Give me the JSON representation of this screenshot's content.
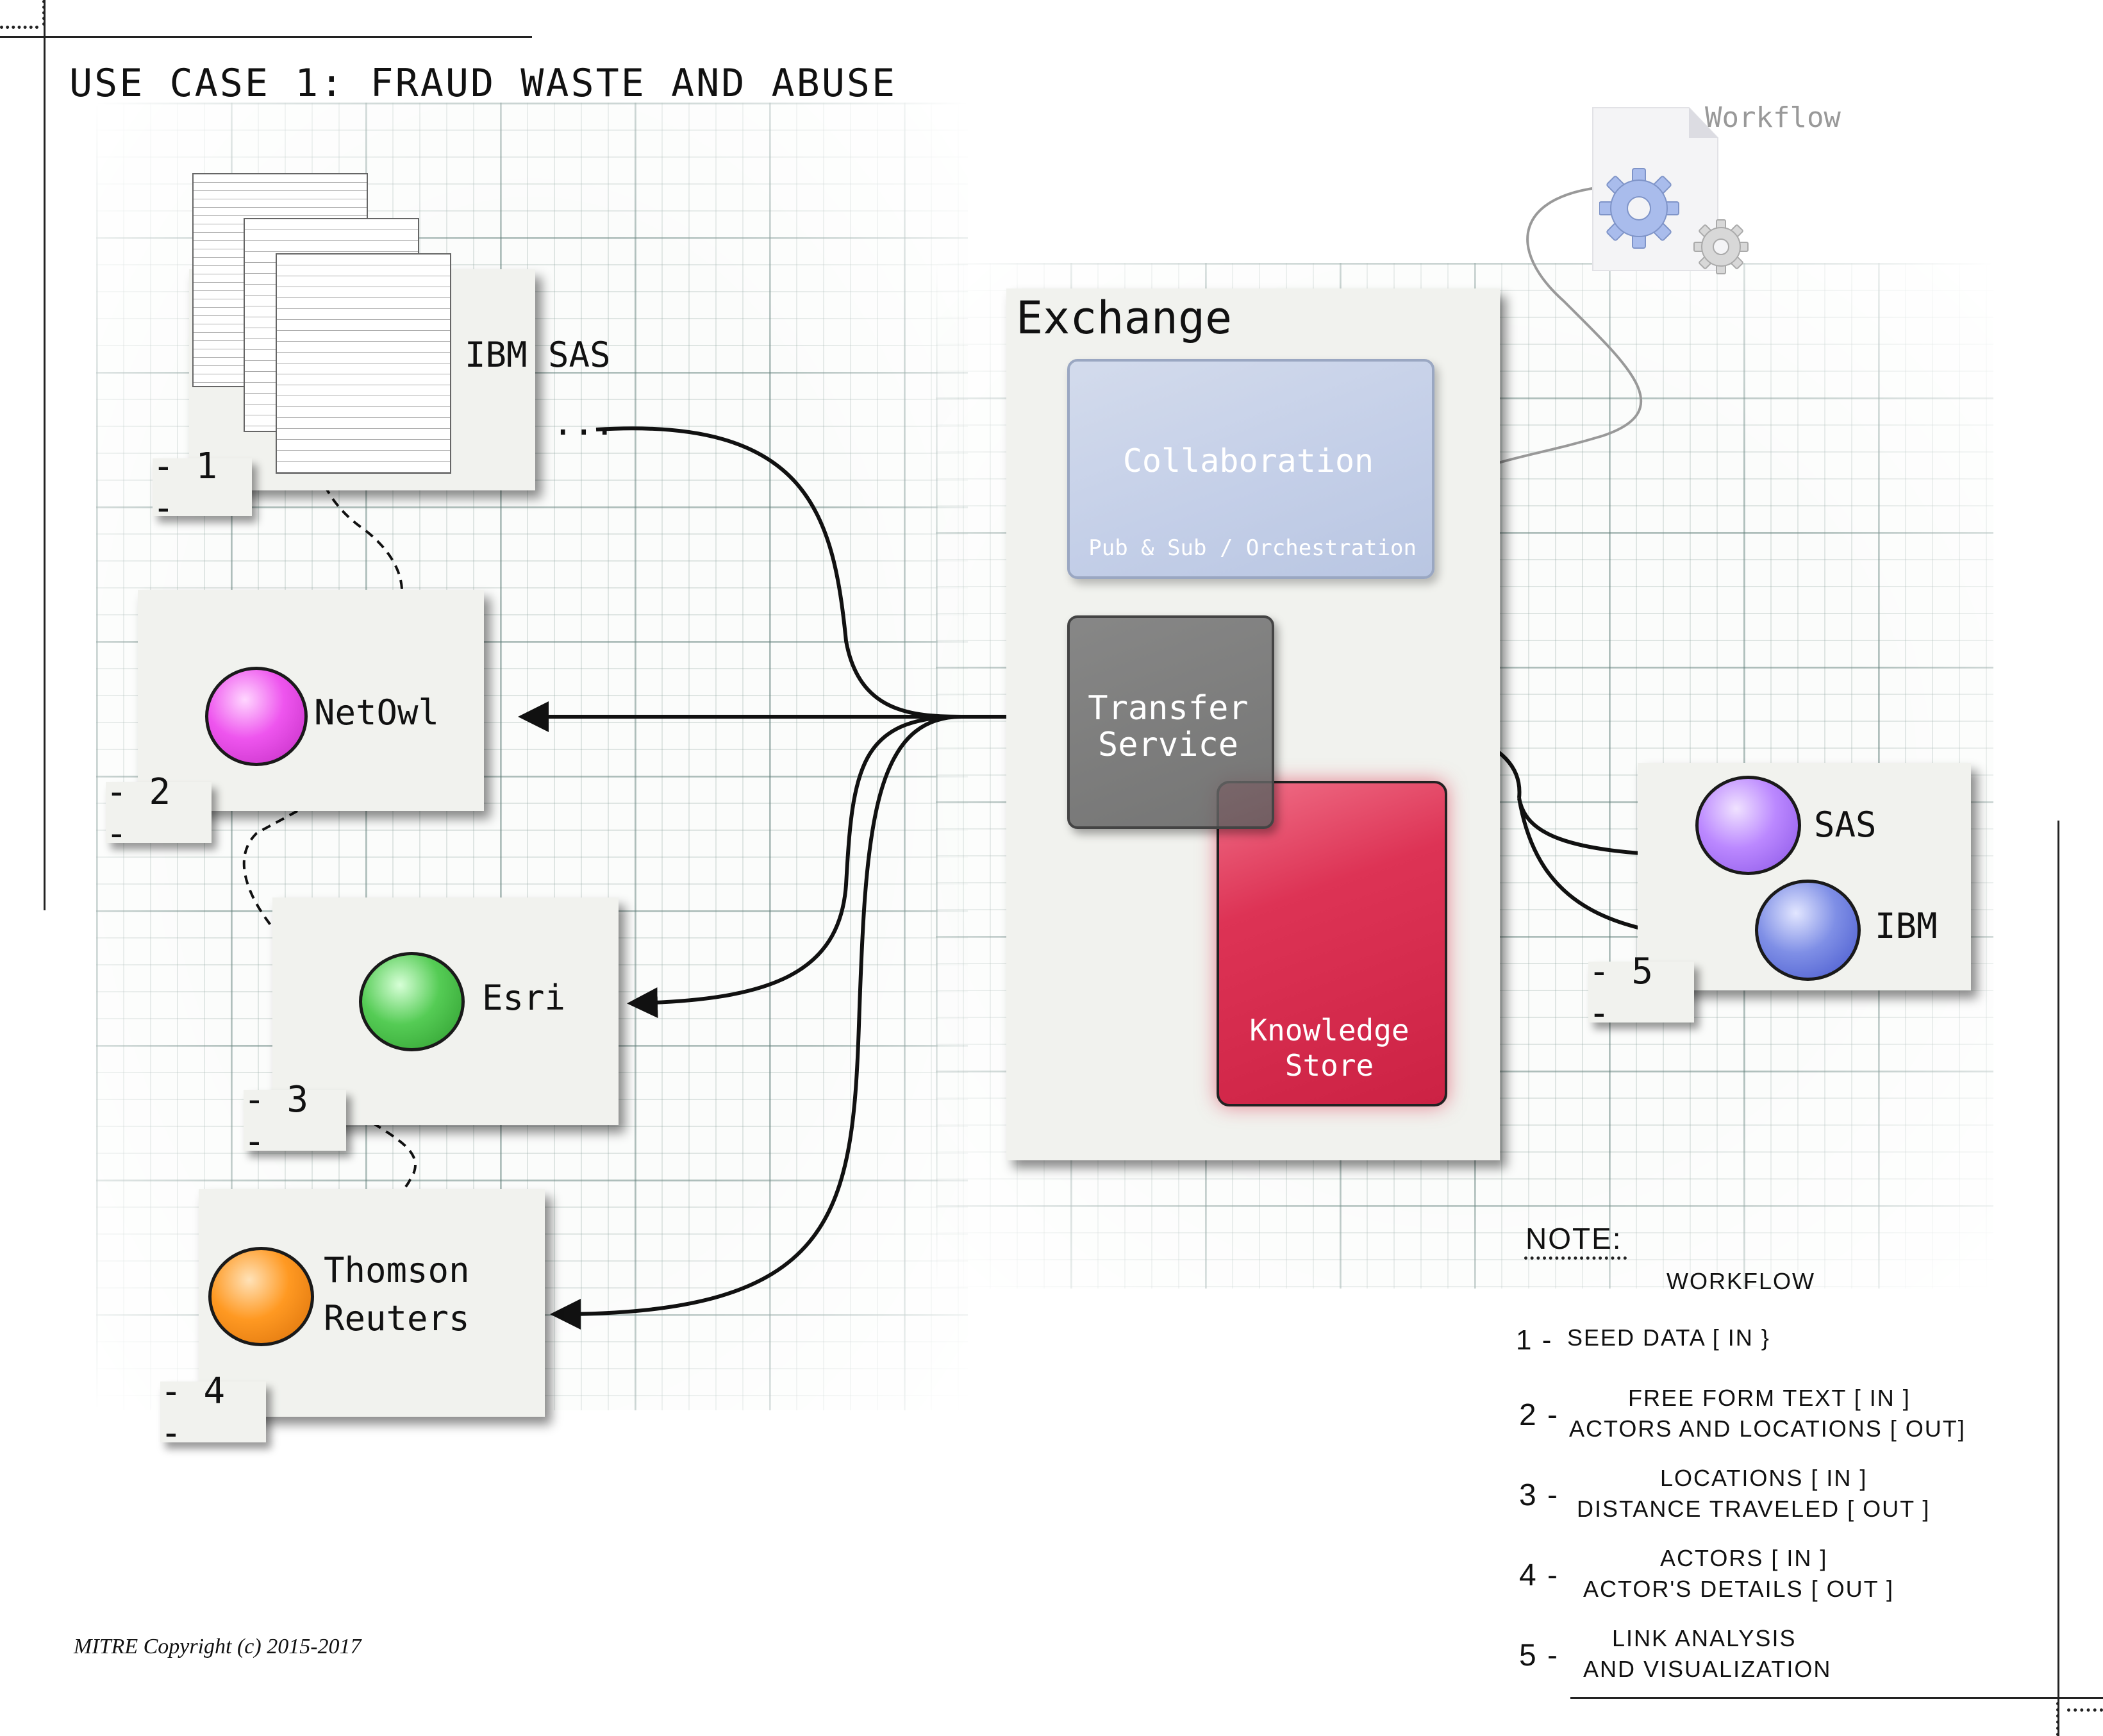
{
  "title": "USE CASE 1: FRAUD WASTE AND ABUSE",
  "copyright": "MITRE Copyright  (c) 2015-2017",
  "workflow_icon_label": "Workflow",
  "exchange": {
    "title": "Exchange",
    "collaboration": {
      "title": "Collaboration",
      "subtitle": "Pub & Sub / Orchestration"
    },
    "transfer": {
      "line1": "Transfer",
      "line2": "Service"
    },
    "knowledge": {
      "line1": "Knowledge",
      "line2": "Store"
    }
  },
  "nodes": {
    "seed": {
      "label": "IBM SAS",
      "ellipsis": "...",
      "tag": "- 1 -"
    },
    "netowl": {
      "label": "NetOwl",
      "tag": "- 2 -",
      "color": "#ee55ee"
    },
    "esri": {
      "label": "Esri",
      "tag": "- 3 -",
      "color": "#44cc44"
    },
    "thomson": {
      "line1": "Thomson",
      "line2": "Reuters",
      "tag": "- 4 -",
      "color": "#ff9922"
    },
    "sas": {
      "label": "SAS",
      "color": "#bb88ff"
    },
    "ibm": {
      "label": "IBM",
      "tag": "- 5 -",
      "color": "#6677dd"
    }
  },
  "legend": {
    "heading": "NOTE:",
    "subheading": "WORKFLOW",
    "items": [
      {
        "num": "1 -",
        "line1": "SEED DATA [ IN }",
        "line2": ""
      },
      {
        "num": "2 -",
        "line1": "FREE FORM TEXT [ IN ]",
        "line2": "ACTORS AND LOCATIONS [ OUT]"
      },
      {
        "num": "3 -",
        "line1": "LOCATIONS [ IN ]",
        "line2": "DISTANCE TRAVELED [ OUT ]"
      },
      {
        "num": "4 -",
        "line1": "ACTORS [ IN ]",
        "line2": "ACTOR'S DETAILS [ OUT ]"
      },
      {
        "num": "5 -",
        "line1": "LINK ANALYSIS",
        "line2": "AND VISUALIZATION"
      }
    ]
  }
}
